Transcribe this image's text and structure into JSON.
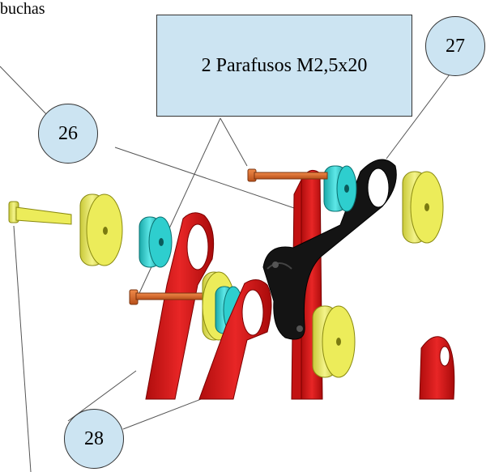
{
  "diagram": {
    "partial_label": "buchas",
    "note": "2 Parafusos M2,5x20",
    "callouts": [
      {
        "id": "26",
        "label": "26"
      },
      {
        "id": "27",
        "label": "27"
      },
      {
        "id": "28",
        "label": "28"
      }
    ],
    "colors": {
      "callout_fill": "#cce4f2",
      "red_part": "#d81818",
      "black_part": "#141414",
      "yellow_part": "#ecec5a",
      "cyan_part": "#2ecece",
      "orange_screw": "#e06a2a"
    }
  }
}
